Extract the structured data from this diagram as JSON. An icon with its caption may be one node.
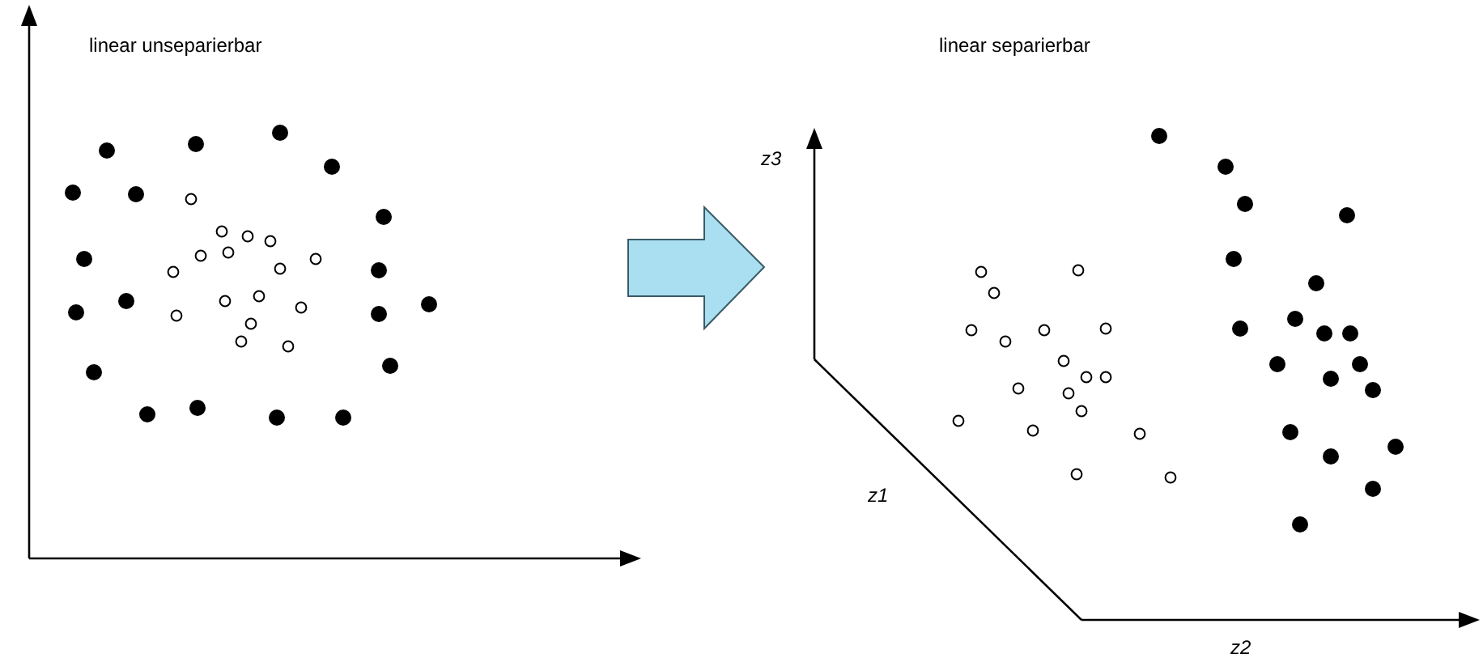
{
  "diagram": {
    "labels": [
      "linear unseparierbar",
      "linear separierbar",
      "z3",
      "z1",
      "z2"
    ]
  }
}
